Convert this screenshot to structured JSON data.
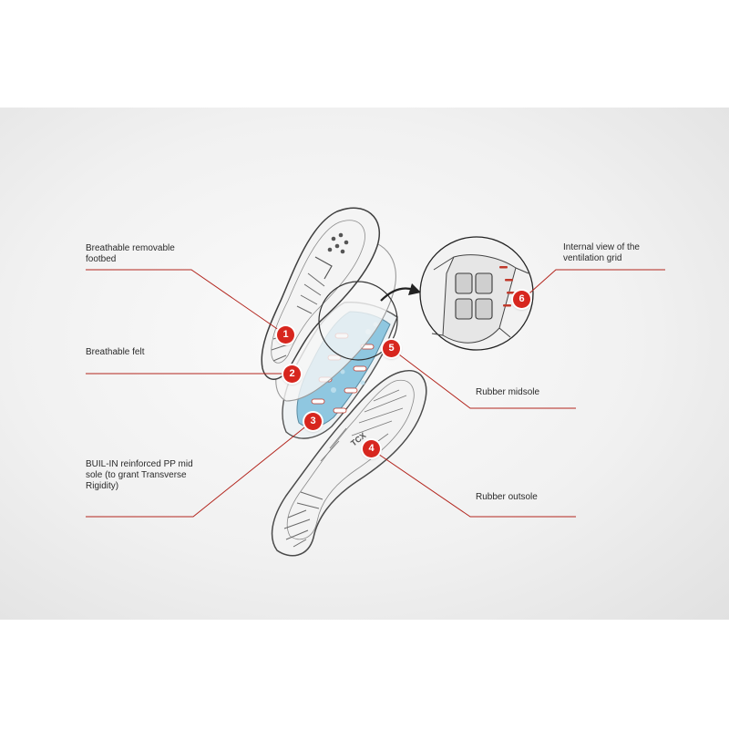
{
  "accent_color": "#d7261e",
  "callouts": [
    {
      "number": "1",
      "label": "Breathable removable footbed"
    },
    {
      "number": "2",
      "label": "Breathable felt"
    },
    {
      "number": "3",
      "label": "BUIL-IN reinforced PP mid sole (to grant Transverse Rigidity)"
    },
    {
      "number": "4",
      "label": "Rubber outsole"
    },
    {
      "number": "5",
      "label": "Rubber midsole"
    },
    {
      "number": "6",
      "label": "Internal view of the ventilation grid"
    }
  ]
}
